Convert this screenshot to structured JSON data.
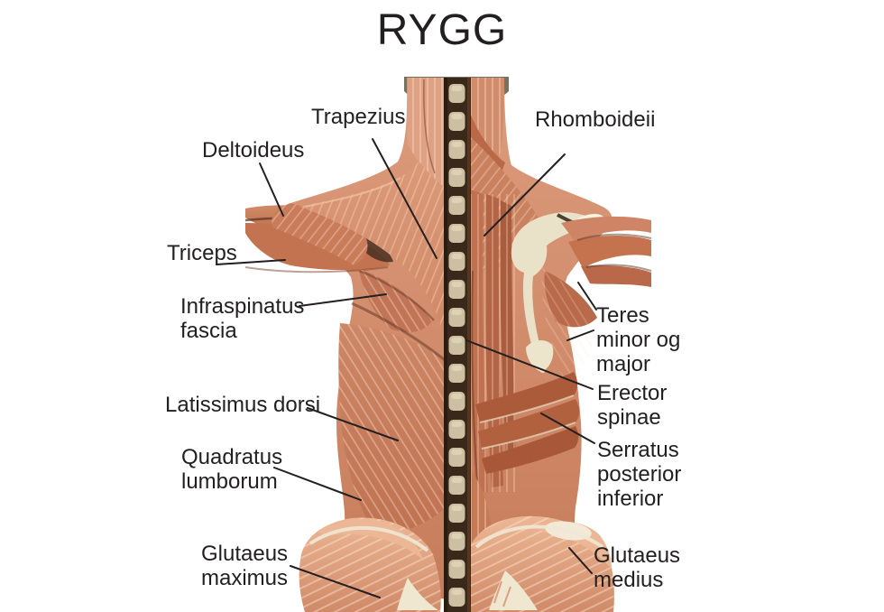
{
  "title": "RYGG",
  "labels": {
    "trapezius": {
      "text": "Trapezius"
    },
    "deltoideus": {
      "text": "Deltoideus"
    },
    "triceps": {
      "text": "Triceps"
    },
    "infraspinatus_fascia": {
      "text": "Infraspinatus\nfascia"
    },
    "latissimus_dorsi": {
      "text": "Latissimus dorsi"
    },
    "quadratus_lumborum": {
      "text": "Quadratus\nlumborum"
    },
    "glutaeus_maximus": {
      "text": "Glutaeus\nmaximus"
    },
    "rhomboideii": {
      "text": "Rhomboideii"
    },
    "teres_minor_og_major": {
      "text": "Teres\nminor og\nmajor"
    },
    "erector_spinae": {
      "text": "Erector\nspinae"
    },
    "serratus_posterior_inferior": {
      "text": "Serratus\nposterior\ninferior"
    },
    "glutaeus_medius": {
      "text": "Glutaeus\nmedius"
    }
  },
  "colors": {
    "background": "#ffffff",
    "text": "#231f20",
    "muscle_base": "#cf8a68",
    "muscle_dark": "#b5674a",
    "muscle_deep": "#a85838",
    "muscle_light": "#e2a585",
    "glute_light": "#ecb795",
    "bone_cream": "#eae2c8",
    "vertebra": "#cdc0a2",
    "spine_gap": "#3a281b",
    "skull": "#77715f"
  }
}
